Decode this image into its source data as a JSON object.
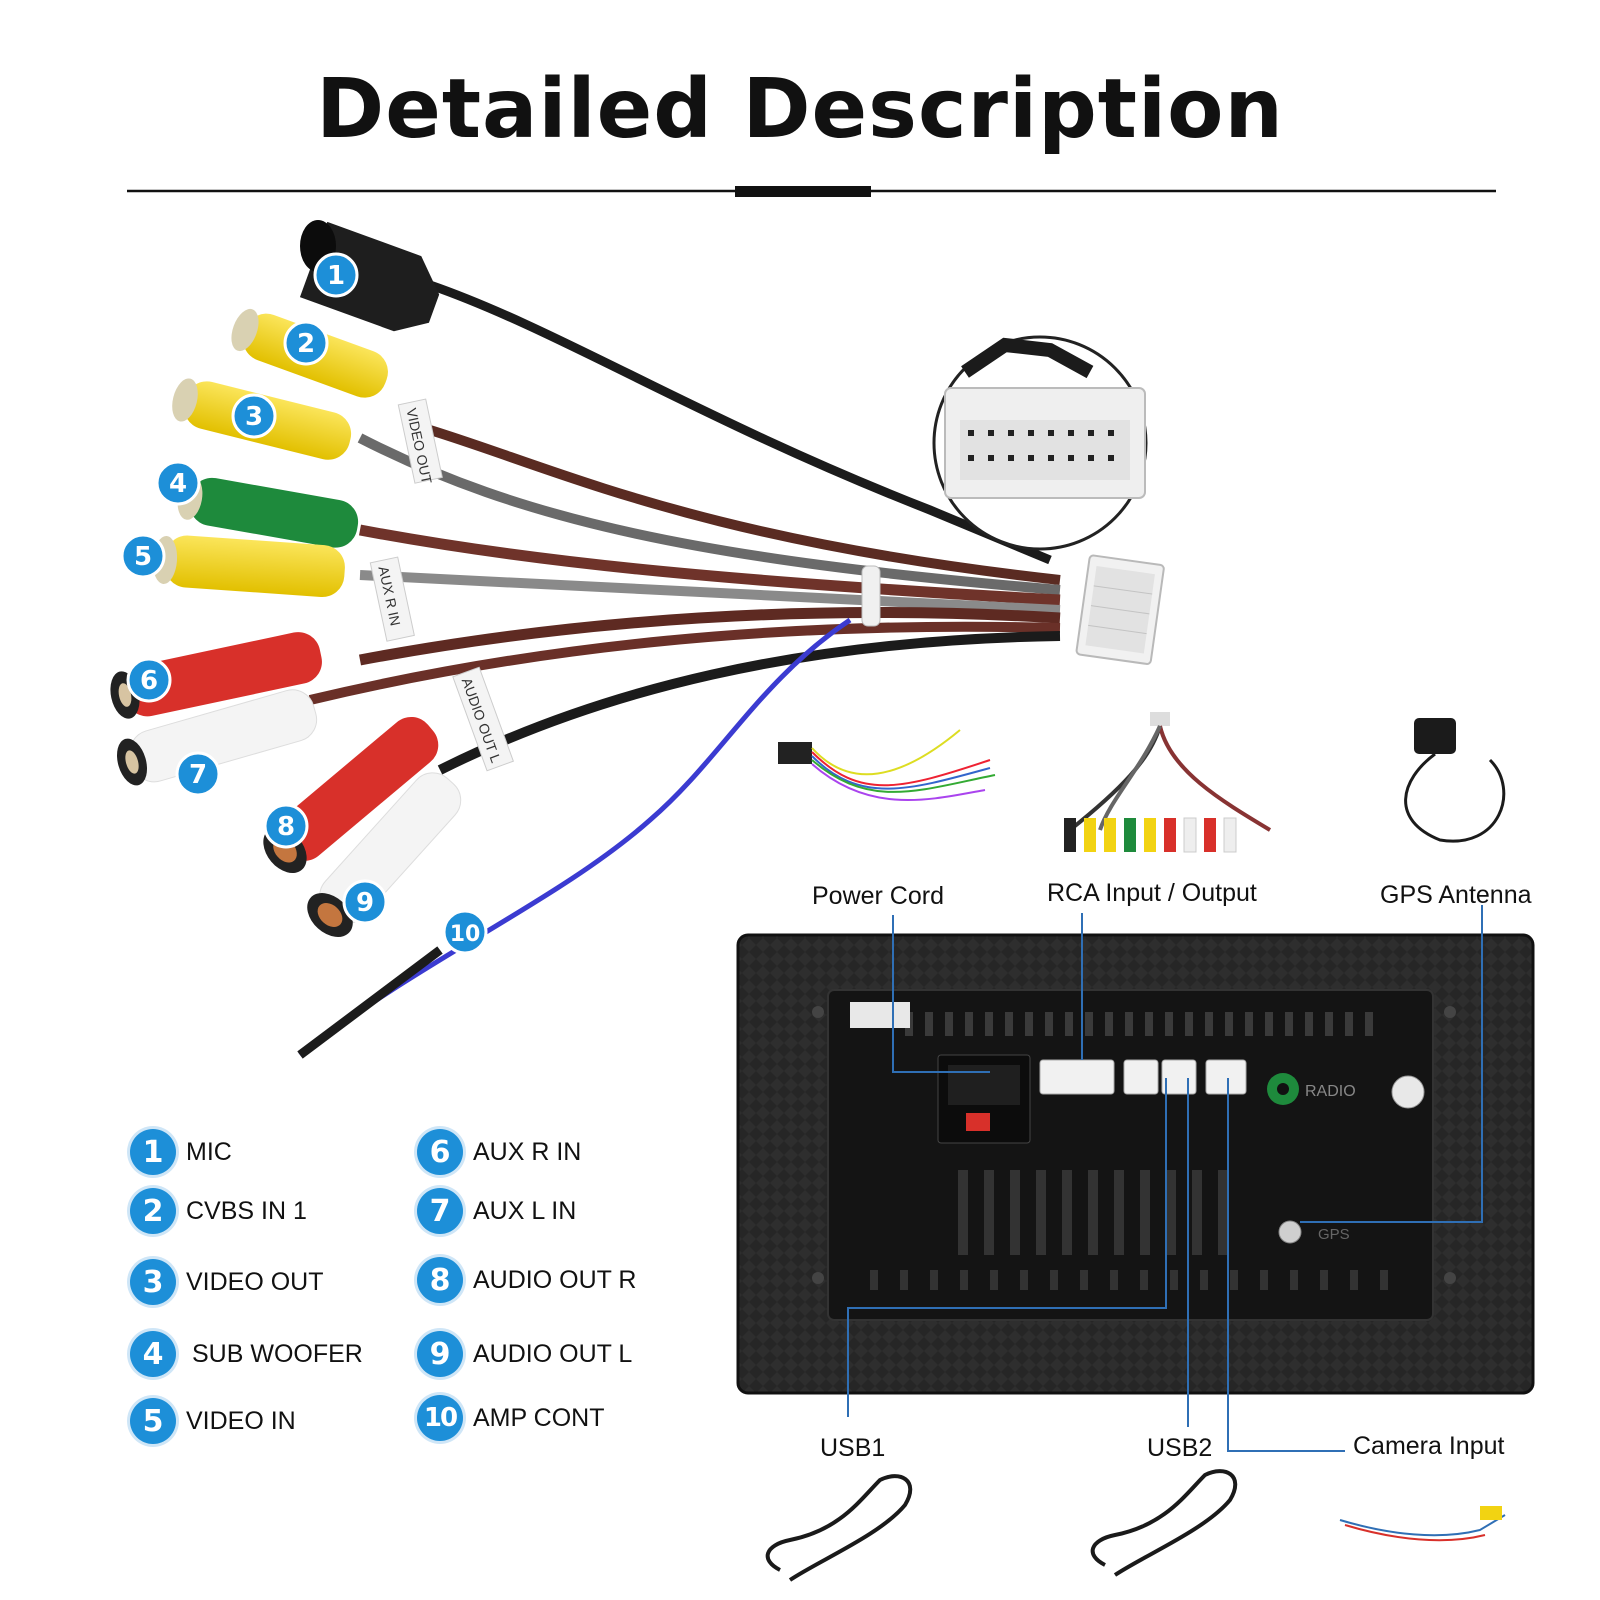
{
  "title": "Detailed Description",
  "markers": [
    "1",
    "2",
    "3",
    "4",
    "5",
    "6",
    "7",
    "8",
    "9",
    "10"
  ],
  "wire_tags": {
    "video_out": "VIDEO OUT",
    "aux_r_in": "AUX R IN",
    "audio_out_l": "AUDIO OUT L"
  },
  "legend": [
    {
      "num": "1",
      "label": "MIC"
    },
    {
      "num": "2",
      "label": "CVBS IN 1"
    },
    {
      "num": "3",
      "label": "VIDEO OUT"
    },
    {
      "num": "4",
      "label": "SUB WOOFER"
    },
    {
      "num": "5",
      "label": "VIDEO IN"
    },
    {
      "num": "6",
      "label": "AUX R IN"
    },
    {
      "num": "7",
      "label": "AUX L IN"
    },
    {
      "num": "8",
      "label": "AUDIO OUT R"
    },
    {
      "num": "9",
      "label": "AUDIO OUT L"
    },
    {
      "num": "10",
      "label": "AMP CONT"
    }
  ],
  "ports": {
    "power_cord": "Power Cord",
    "rca": "RCA Input / Output",
    "gps": "GPS Antenna",
    "usb1": "USB1",
    "usb2": "USB2",
    "camera": "Camera Input"
  },
  "unit_text": {
    "radio": "RADIO",
    "gps": "GPS"
  },
  "colors": {
    "badge": "#1d8fd8",
    "leader": "#2f6fb5",
    "yellow": "#f2d312",
    "green": "#1e8a3c",
    "red": "#d8302a",
    "white": "#f4f4f4",
    "black": "#1a1a1a",
    "blue_wire": "#3b3bd1"
  }
}
